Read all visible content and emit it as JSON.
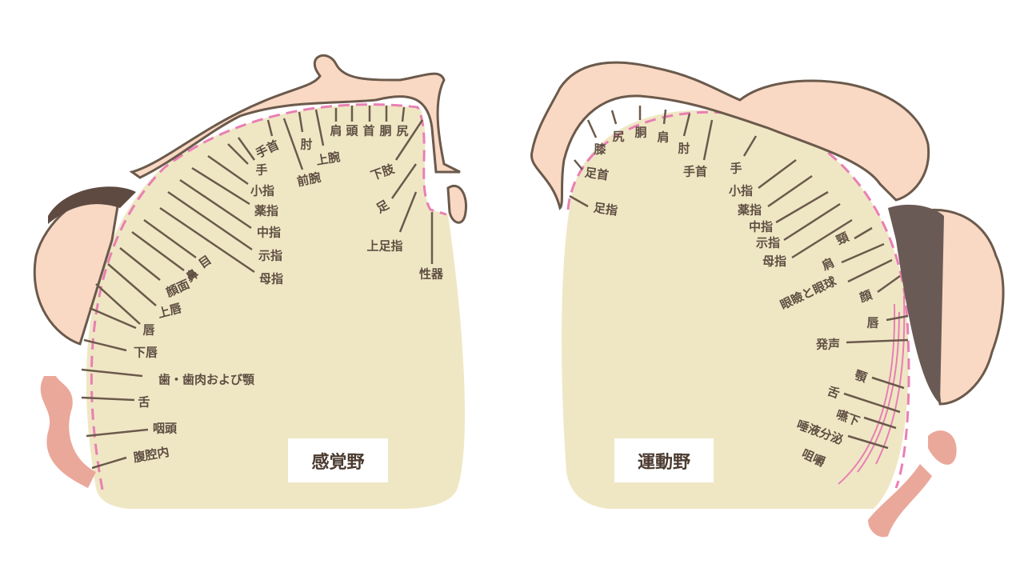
{
  "colors": {
    "cortex": "#efe7c4",
    "outline": "#e97fb4",
    "line": "#6b5a4c",
    "skin": "#f9d9c4",
    "skin_outline": "#6b5a4c",
    "organ": "#eaa89a"
  },
  "sensory": {
    "title": "感覚野",
    "labels": [
      "手首",
      "肘",
      "肩",
      "頭",
      "首",
      "胴",
      "尻",
      "上腕",
      "前腕",
      "手",
      "小指",
      "薬指",
      "中指",
      "示指",
      "母指",
      "下肢",
      "足",
      "上足指",
      "性器",
      "目",
      "鼻",
      "顔面",
      "上唇",
      "唇",
      "下唇",
      "歯・歯肉および顎",
      "舌",
      "咽頭",
      "腹腔内"
    ]
  },
  "motor": {
    "title": "運動野",
    "labels": [
      "膝",
      "尻",
      "胴",
      "肩",
      "肘",
      "手首",
      "手",
      "小指",
      "薬指",
      "中指",
      "示指",
      "母指",
      "頸",
      "肩",
      "眼瞼と眼球",
      "顔",
      "唇",
      "発声",
      "顎",
      "舌",
      "嚥下",
      "唾液分泌",
      "咀嚼",
      "足首",
      "足指"
    ]
  }
}
